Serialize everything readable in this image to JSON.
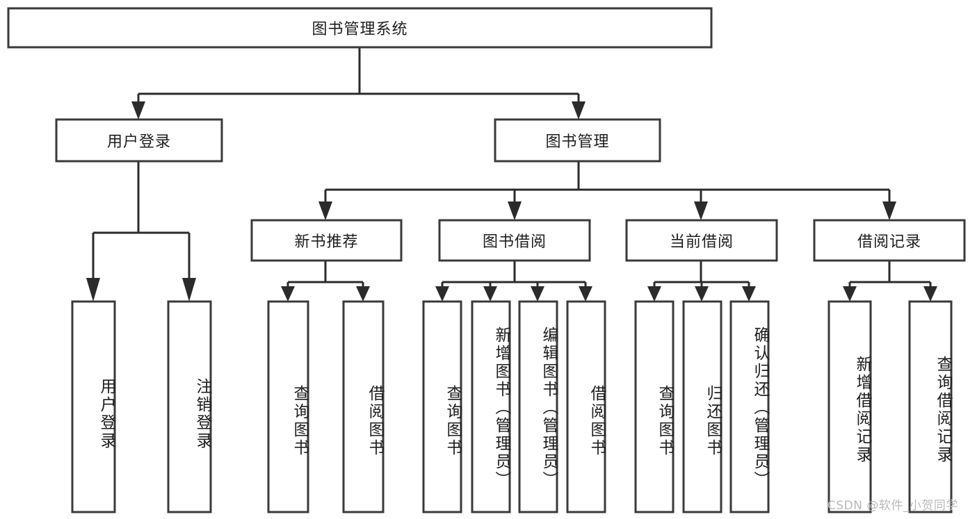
{
  "diagram": {
    "title_node": {
      "label": "图书管理系统"
    },
    "level2": [
      {
        "id": "user-login",
        "label": "用户登录"
      },
      {
        "id": "book-manage",
        "label": "图书管理"
      }
    ],
    "level3": [
      {
        "id": "new-book-recommend",
        "label": "新书推荐"
      },
      {
        "id": "book-borrow",
        "label": "图书借阅"
      },
      {
        "id": "current-borrow",
        "label": "当前借阅"
      },
      {
        "id": "borrow-record",
        "label": "借阅记录"
      }
    ],
    "leaves": [
      {
        "id": "leaf-user-login",
        "label": "用户登录",
        "parent": "用户登录"
      },
      {
        "id": "leaf-logout-login",
        "label": "注销登录",
        "parent": "用户登录"
      },
      {
        "id": "leaf-query-book-1",
        "label": "查询图书",
        "parent": "新书推荐"
      },
      {
        "id": "leaf-borrow-book-1",
        "label": "借阅图书",
        "parent": "新书推荐"
      },
      {
        "id": "leaf-query-book-2",
        "label": "查询图书",
        "parent": "图书借阅"
      },
      {
        "id": "leaf-add-book",
        "label": "新增图书（管理员）",
        "parent": "图书借阅"
      },
      {
        "id": "leaf-edit-book",
        "label": "编辑图书（管理员）",
        "parent": "图书借阅"
      },
      {
        "id": "leaf-borrow-book-2",
        "label": "借阅图书",
        "parent": "图书借阅"
      },
      {
        "id": "leaf-query-book-3",
        "label": "查询图书",
        "parent": "当前借阅"
      },
      {
        "id": "leaf-return-book",
        "label": "归还图书",
        "parent": "当前借阅"
      },
      {
        "id": "leaf-confirm-return",
        "label": "确认归还（管理员）",
        "parent": "当前借阅"
      },
      {
        "id": "leaf-add-borrow-record",
        "label": "新增借阅记录",
        "parent": "借阅记录"
      },
      {
        "id": "leaf-query-borrow-record",
        "label": "查询借阅记录",
        "parent": "借阅记录"
      }
    ],
    "watermark": "CSDN @软件_小贺同学",
    "colors": {
      "box_stroke": "#3a3a3a",
      "connector": "#2b2b2b",
      "box_fill": "#ffffff",
      "text": "#1d1d1d",
      "watermark": "#b9b9b9",
      "background": "#ffffff"
    }
  }
}
